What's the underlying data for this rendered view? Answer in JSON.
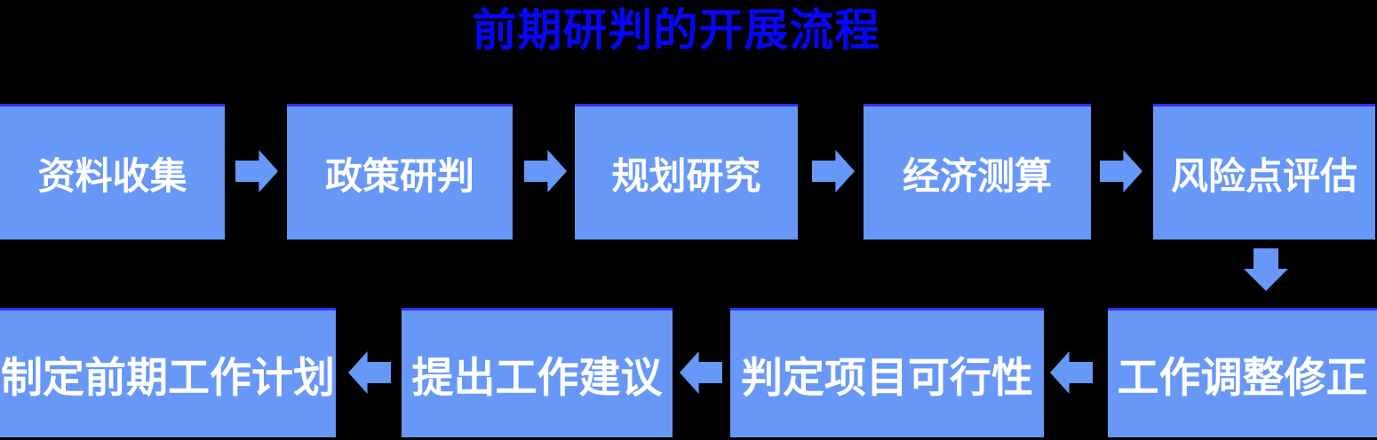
{
  "title": {
    "text": "前期研判的开展流程"
  },
  "colors": {
    "background": "#000000",
    "box_fill": "#6797F7",
    "box_top_edge": "#2E31F2",
    "title_blue": "#0606FB",
    "box_text": "#FFFFFF",
    "arrow": "#6797F7"
  },
  "flow": {
    "steps": [
      {
        "id": "data-collection",
        "label": "资料收集"
      },
      {
        "id": "policy-analysis",
        "label": "政策研判"
      },
      {
        "id": "planning-research",
        "label": "规划研究"
      },
      {
        "id": "economic-calculation",
        "label": "经济测算"
      },
      {
        "id": "risk-assessment",
        "label": "风险点评估"
      },
      {
        "id": "work-adjustment",
        "label": "工作调整修正"
      },
      {
        "id": "feasibility-determination",
        "label": "判定项目可行性"
      },
      {
        "id": "work-suggestions",
        "label": "提出工作建议"
      },
      {
        "id": "preliminary-work-plan",
        "label": "制定前期工作计划"
      }
    ],
    "arrows": [
      {
        "name": "arrow-1",
        "direction": "right"
      },
      {
        "name": "arrow-2",
        "direction": "right"
      },
      {
        "name": "arrow-3",
        "direction": "right"
      },
      {
        "name": "arrow-4",
        "direction": "right"
      },
      {
        "name": "arrow-5",
        "direction": "down"
      },
      {
        "name": "arrow-6",
        "direction": "left"
      },
      {
        "name": "arrow-7",
        "direction": "left"
      },
      {
        "name": "arrow-8",
        "direction": "left"
      }
    ]
  }
}
